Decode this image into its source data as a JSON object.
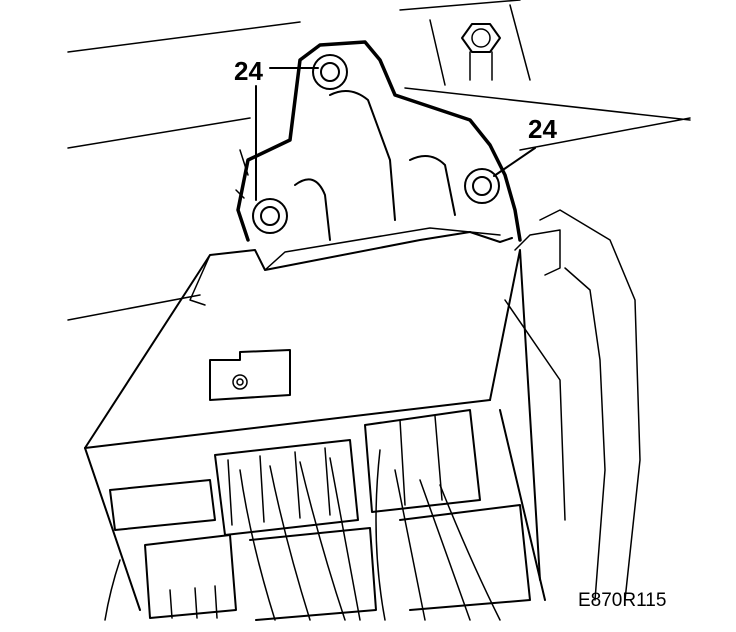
{
  "callouts": [
    {
      "label": "24"
    },
    {
      "label": "24"
    }
  ],
  "figure_code": "E870R115",
  "colors": {
    "ink": "#000000",
    "paper": "#ffffff"
  }
}
